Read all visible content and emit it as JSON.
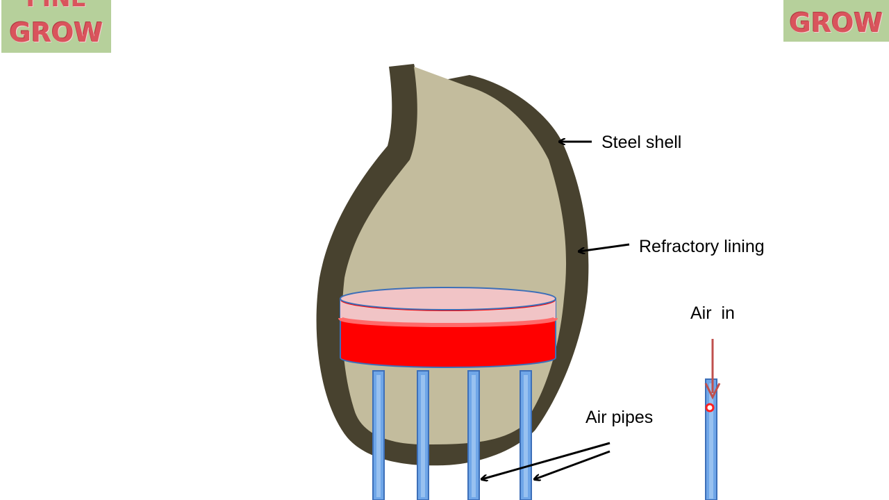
{
  "logos": {
    "left": {
      "top_text": "FINE",
      "text": "GROW"
    },
    "right": {
      "text": "GROW"
    }
  },
  "labels": {
    "steel_shell": "Steel shell",
    "refractory_lining": "Refractory lining",
    "air_in": "Air  in",
    "air_pipes": "Air pipes"
  },
  "colors": {
    "shell": "#48422f",
    "lining": "#c3bc9d",
    "molten_metal": "#ff0000",
    "metal_top": "#f1c4c6",
    "pipe": "#6fa6e8",
    "pipe_edge": "#3d6fb8",
    "air_arrow": "#c0504d"
  }
}
